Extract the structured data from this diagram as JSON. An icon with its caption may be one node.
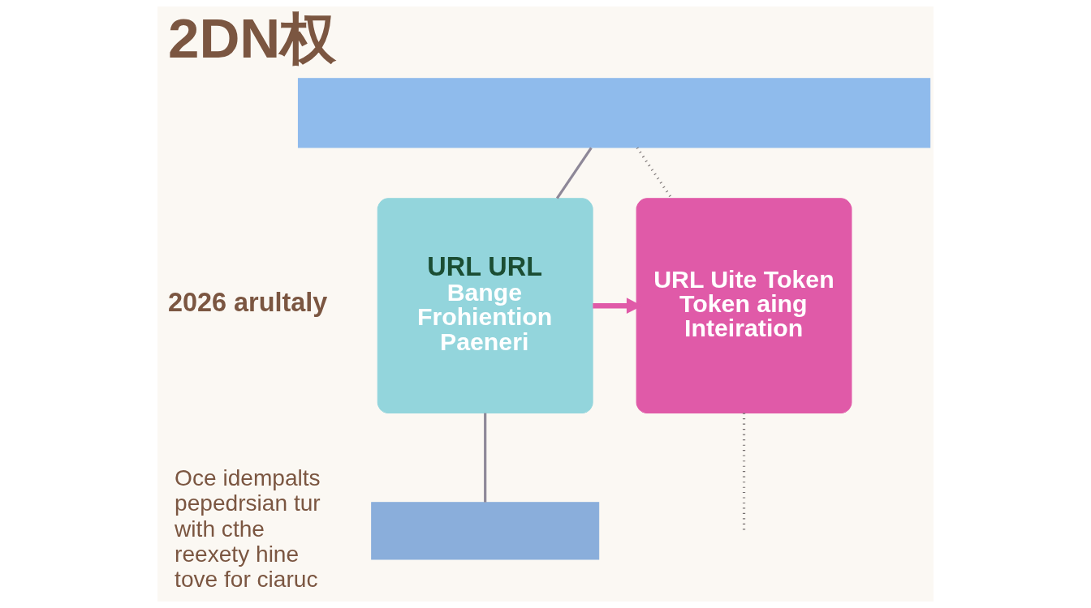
{
  "diagram": {
    "title": "2DN权",
    "nodes": [
      {
        "text": [],
        "shape": "box"
      },
      {
        "text": [
          "URL URL",
          "Bange Frohiention Paeneri"
        ]
      },
      {
        "text": [
          "URL Uite Token Token aing Inteiration"
        ]
      },
      {
        "text": [],
        "shape": "box"
      }
    ],
    "edges": [
      {
        "from": 0,
        "to": 1,
        "arrow": "none"
      },
      {
        "from": 1,
        "to": 2,
        "arrow": "to",
        "style": "thick",
        "color": "#e05aa8"
      },
      {
        "from": 1,
        "to": 3,
        "arrow": "none"
      },
      {
        "from": 0,
        "to": 2,
        "arrow": "none",
        "style": "dashed"
      },
      {
        "from": 2,
        "to": null,
        "arrow": "none",
        "style": "dashed"
      }
    ],
    "labels": [
      "2026 arultaly",
      "Oce idempalts pepedrsian tur with cthe reexety hine tove for ciaruc"
    ]
  }
}
